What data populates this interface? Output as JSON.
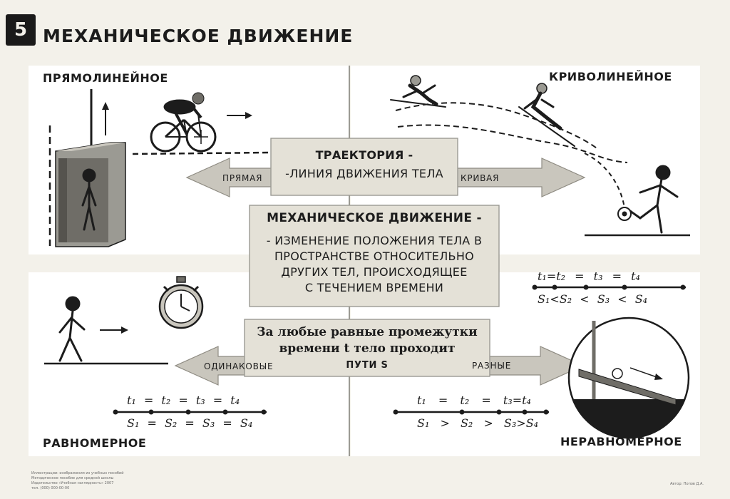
{
  "poster": {
    "number": "5",
    "title": "МЕХАНИЧЕСКОЕ ДВИЖЕНИЕ"
  },
  "sections": {
    "top_left": "ПРЯМОЛИНЕЙНОЕ",
    "top_right": "КРИВОЛИНЕЙНОЕ",
    "bottom_left": "РАВНОМЕРНОЕ",
    "bottom_right": "НЕРАВНОМЕРНОЕ"
  },
  "trajectory": {
    "line1": "ТРАЕКТОРИЯ -",
    "line2": "-ЛИНИЯ ДВИЖЕНИЯ ТЕЛА",
    "left_label": "ПРЯМАЯ",
    "right_label": "КРИВАЯ"
  },
  "definition": {
    "heading": "МЕХАНИЧЕСКОЕ ДВИЖЕНИЕ -",
    "line1": "- ИЗМЕНЕНИЕ ПОЛОЖЕНИЯ ТЕЛА В",
    "line2": "ПРОСТРАНСТВЕ ОТНОСИТЕЛЬНО",
    "line3": "ДРУГИХ ТЕЛ, ПРОИСХОДЯЩЕЕ",
    "line4": "С ТЕЧЕНИЕМ ВРЕМЕНИ"
  },
  "paths": {
    "line1": "За любые равные промежутки",
    "line2": "времени t тело проходит",
    "line3": "ПУТИ S",
    "left_label": "ОДИНАКОВЫЕ",
    "right_label": "РАЗНЫЕ"
  },
  "formulas": {
    "uniform_time": "t₁ = t₂ = t₃ = t₄",
    "uniform_path": "S₁ = S₂ = S₃ = S₄",
    "nonuniform_time": "t₁ = t₂ = t₃=t₄",
    "nonuniform_path": "S₁ > S₂ > S₃>S₄",
    "curvilinear_time": "t₁=t₂ = t₃ = t₄",
    "curvilinear_path": "S₁<S₂ < S₃ < S₄"
  },
  "footer": {
    "line1": "Иллюстрации: изображения из учебных пособий",
    "line2": "Методическое пособие для средней школы",
    "line3": "Издательство «Учебная наглядность» 2007",
    "line4": "тел. (000) 000-00-00",
    "author": "Автор: Попов Д.А."
  },
  "colors": {
    "ink": "#1c1c1c",
    "paper": "#f3f1ea",
    "panel": "#ffffff",
    "box": "#e4e1d7",
    "arrow_fill": "#c9c6bd",
    "box_dark": "#9b9a93"
  },
  "icons": [
    "bicycle-icon",
    "skier-icon",
    "ball-icon",
    "stopwatch-icon",
    "walking-person-icon",
    "standing-person-icon",
    "incline-ball-icon"
  ]
}
